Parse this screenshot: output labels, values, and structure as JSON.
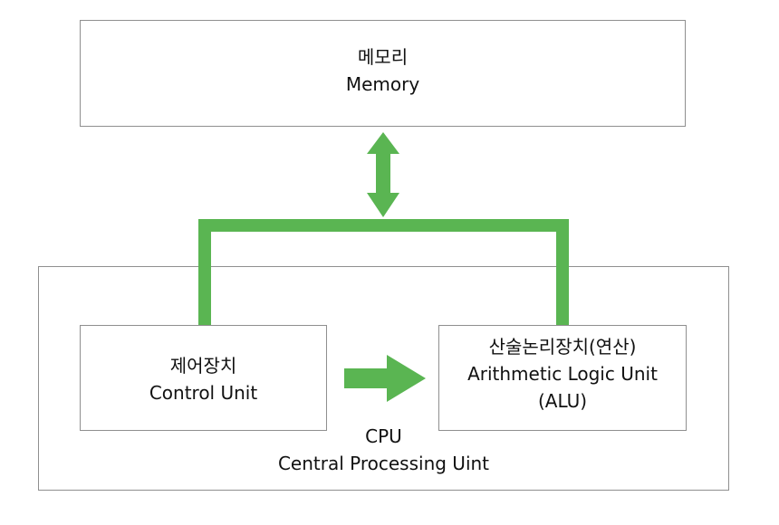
{
  "memory": {
    "title_ko": "메모리",
    "title_en": "Memory"
  },
  "cpu": {
    "title": "CPU",
    "subtitle": "Central Processing Uint"
  },
  "control_unit": {
    "title_ko": "제어장치",
    "title_en": "Control Unit"
  },
  "alu": {
    "title_ko": "산술논리장치(연산)",
    "title_en": "Arithmetic Logic Unit",
    "abbr": "(ALU)"
  },
  "colors": {
    "connector": "#5ab552",
    "border": "#8f8f8f"
  }
}
